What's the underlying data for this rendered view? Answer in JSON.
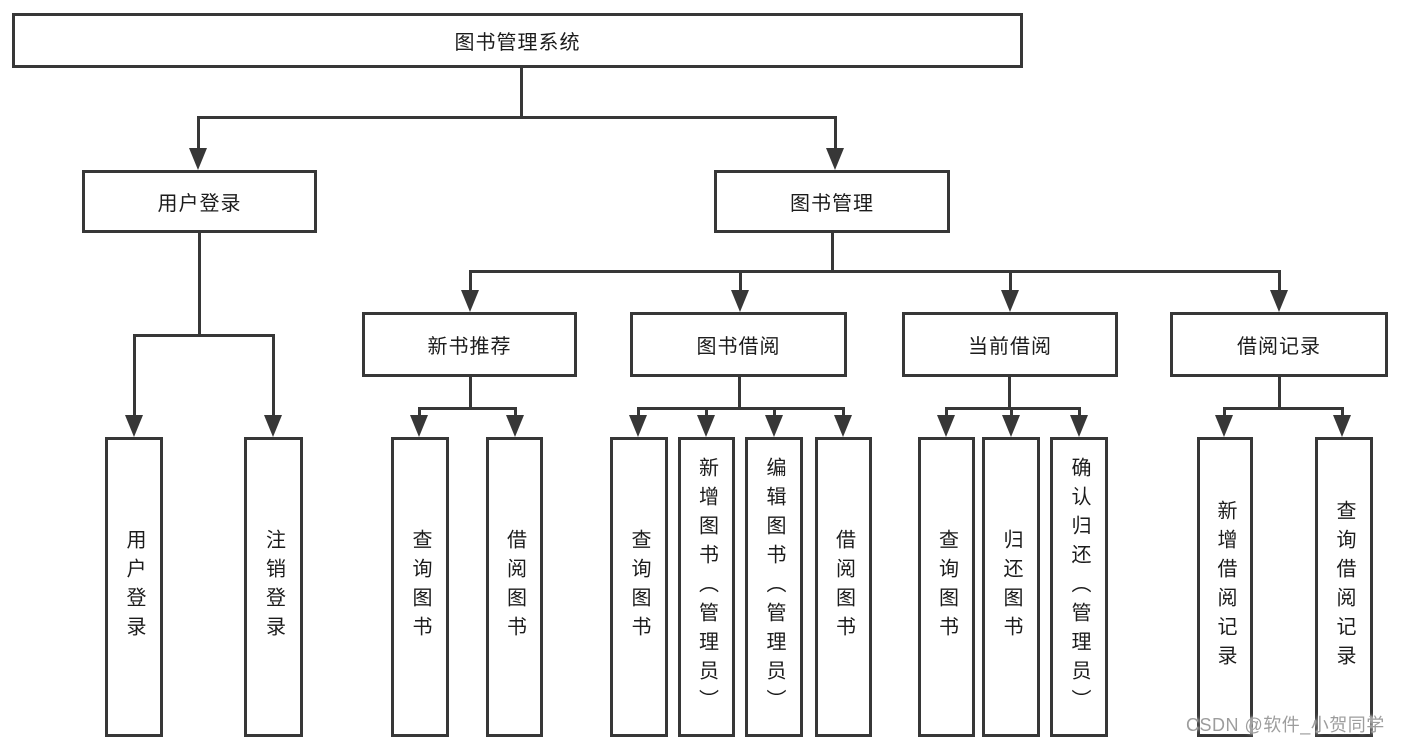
{
  "diagram": {
    "root": {
      "label": "图书管理系统"
    },
    "level1": [
      {
        "label": "用户登录"
      },
      {
        "label": "图书管理"
      }
    ],
    "level2": [
      {
        "label": "新书推荐"
      },
      {
        "label": "图书借阅"
      },
      {
        "label": "当前借阅"
      },
      {
        "label": "借阅记录"
      }
    ],
    "leaves": [
      {
        "label": "用户登录"
      },
      {
        "label": "注销登录"
      },
      {
        "label": "查询图书"
      },
      {
        "label": "借阅图书"
      },
      {
        "label": "查询图书"
      },
      {
        "label": "新增图书（管理员）"
      },
      {
        "label": "编辑图书（管理员）"
      },
      {
        "label": "借阅图书"
      },
      {
        "label": "查询图书"
      },
      {
        "label": "归还图书"
      },
      {
        "label": "确认归还（管理员）"
      },
      {
        "label": "新增借阅记录"
      },
      {
        "label": "查询借阅记录"
      }
    ]
  },
  "watermark": {
    "text": "CSDN @软件_小贺同学"
  },
  "colors": {
    "line": "#373737",
    "text": "#1c1c1c",
    "watermark_gray": "#9d9d9d",
    "background": "#ffffff"
  }
}
